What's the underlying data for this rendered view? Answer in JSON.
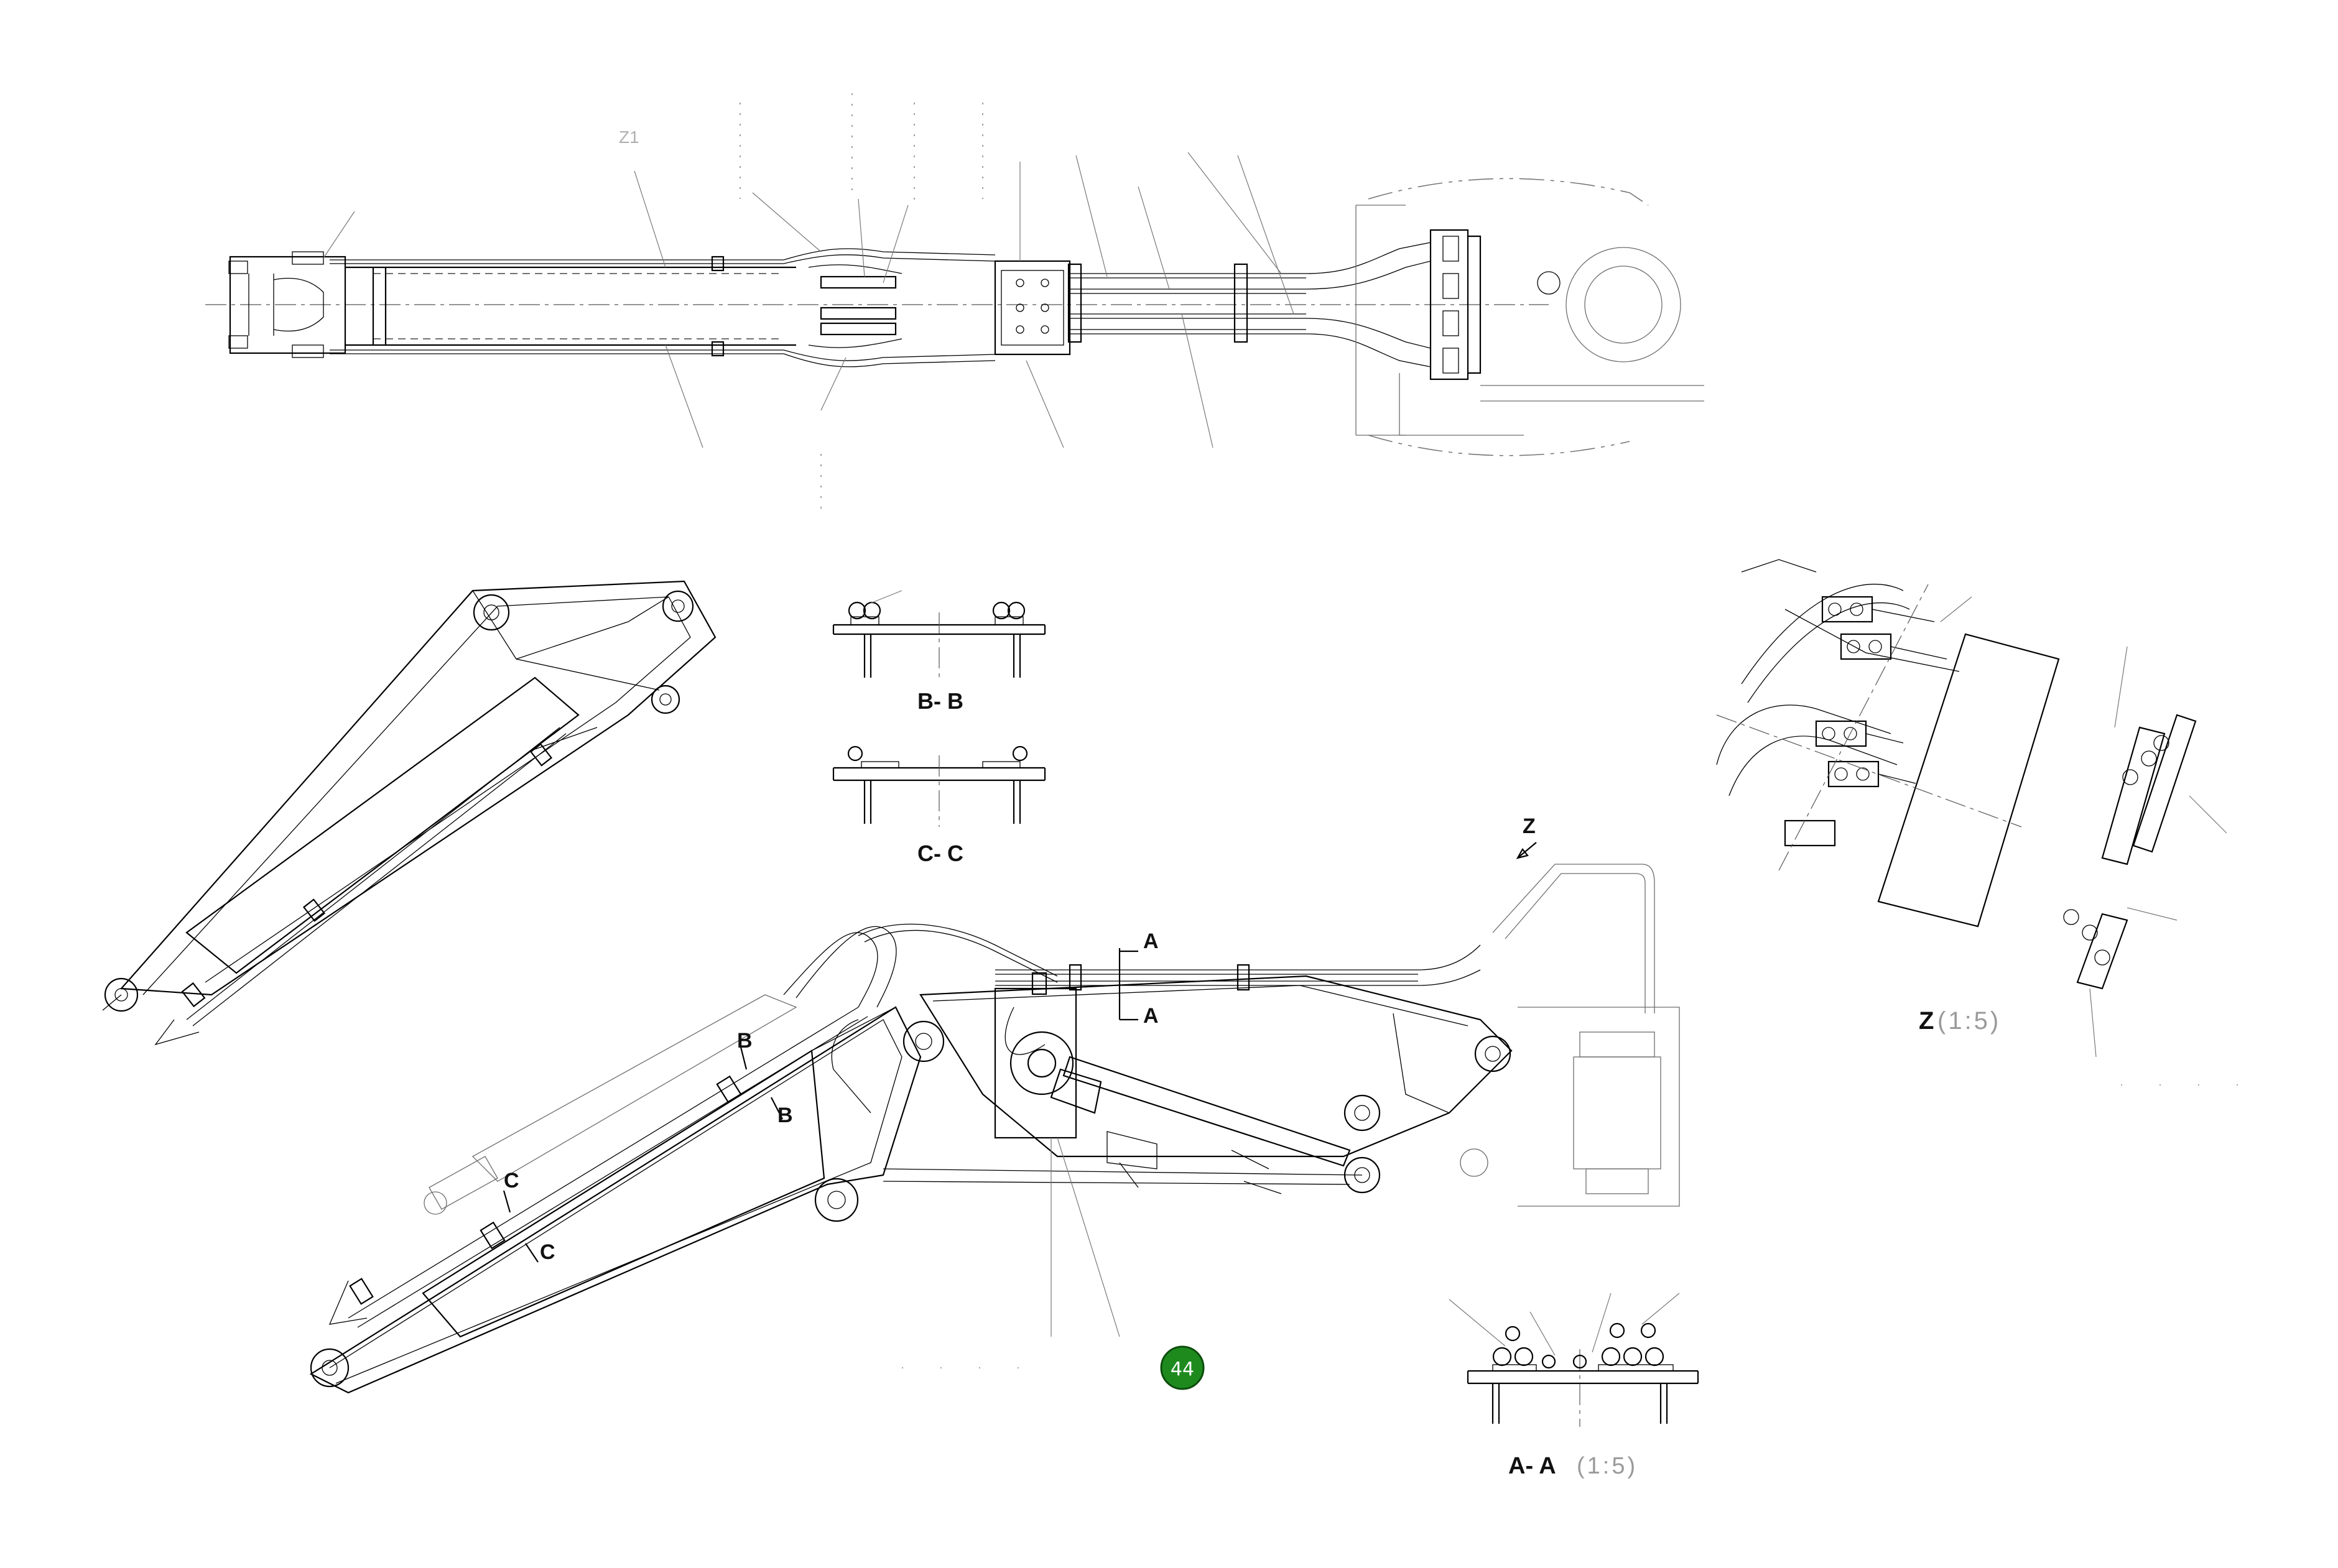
{
  "diagram": {
    "section_labels": {
      "b_b": "B- B",
      "c_c": "C- C",
      "a_a": "A- A",
      "a_a_scale": "(1:5)",
      "z": "Z",
      "z_scale": "(1:5)"
    },
    "cut_markers": {
      "a_upper": "A",
      "a_lower": "A",
      "b_upper": "B",
      "b_lower": "B",
      "c_upper": "C",
      "c_lower": "C",
      "z_arrow": "Z"
    },
    "top_view_callout": "Z1",
    "position_badge": {
      "number": "44",
      "color": "#1e8a1e"
    }
  }
}
